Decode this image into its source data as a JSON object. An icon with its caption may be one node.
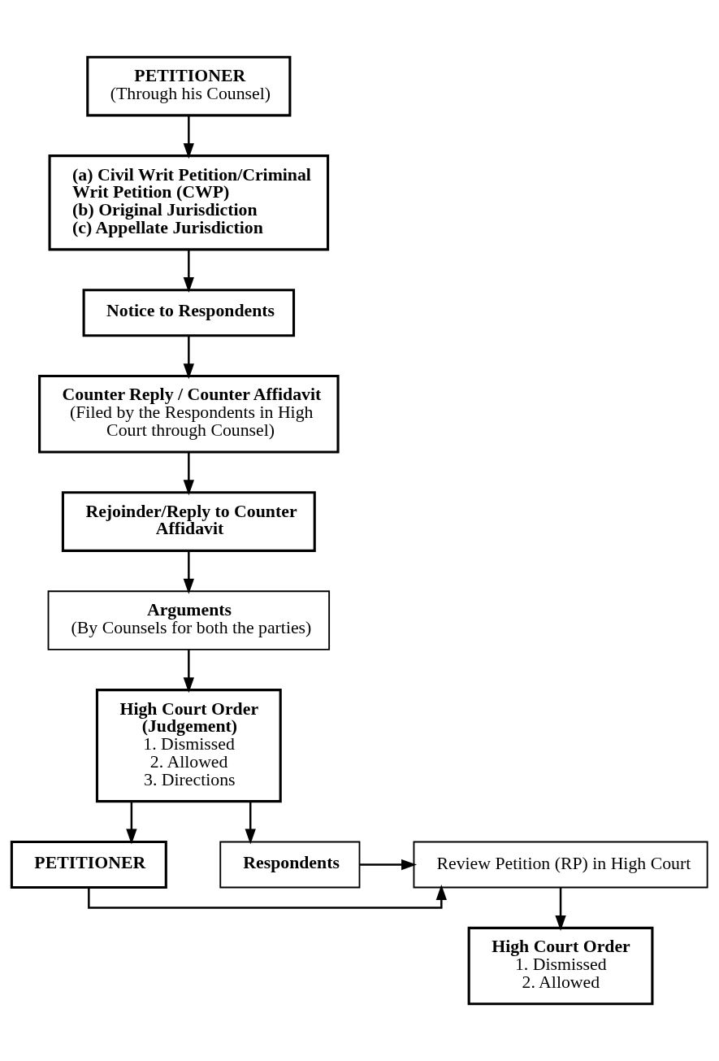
{
  "diagram": {
    "nodes": [
      {
        "text": [
          "PETITIONER",
          "(Through his Counsel)"
        ]
      },
      {
        "text": [
          "(a) Civil Writ Petition/Criminal Writ Petition (CWP)",
          "(b) Original Jurisdiction",
          "(c) Appellate Jurisdiction"
        ]
      },
      {
        "text": [
          "Notice to Respondents"
        ]
      },
      {
        "text": [
          "Counter Reply / Counter Affidavit",
          "(Filed by the Respondents in High Court through Counsel)"
        ]
      },
      {
        "text": [
          "Rejoinder/Reply to Counter Affidavit"
        ]
      },
      {
        "text": [
          "Arguments",
          "(By Counsels for both the parties)"
        ]
      },
      {
        "text": [
          "High Court Order",
          "(Judgement)",
          "1. Dismissed",
          "2. Allowed",
          "3. Directions"
        ]
      },
      {
        "text": [
          "PETITIONER"
        ]
      },
      {
        "text": [
          "Review Petition (RP) in High Court"
        ]
      },
      {
        "text": [
          "Respondents"
        ]
      },
      {
        "text": [
          "High Court Order",
          "1. Dismissed",
          "2. Allowed"
        ]
      }
    ],
    "edges": [
      {
        "from": 0,
        "to": 1,
        "arrow": "to"
      },
      {
        "from": 1,
        "to": 2,
        "arrow": "to"
      },
      {
        "from": 2,
        "to": 3,
        "arrow": "to"
      },
      {
        "from": 3,
        "to": 4,
        "arrow": "to"
      },
      {
        "from": 4,
        "to": 5,
        "arrow": "to"
      },
      {
        "from": 5,
        "to": 6,
        "arrow": "to"
      },
      {
        "from": 6,
        "to": 7,
        "arrow": "to"
      },
      {
        "from": 6,
        "to": 9,
        "arrow": "to"
      },
      {
        "from": 7,
        "to": 8,
        "arrow": "to"
      },
      {
        "from": 9,
        "to": 8,
        "arrow": "to"
      },
      {
        "from": 8,
        "to": 10,
        "arrow": "to"
      }
    ]
  }
}
